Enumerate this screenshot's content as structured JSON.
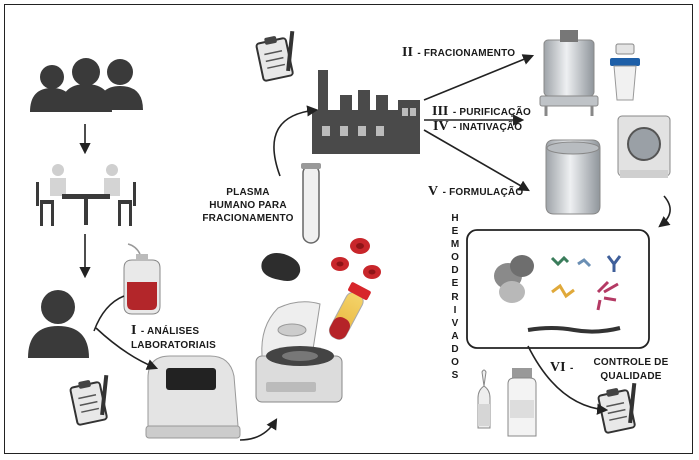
{
  "steps": {
    "analises": {
      "roman": "I",
      "line1": "- ANÁLISES",
      "line2": "LABORATORIAIS"
    },
    "fracionamento": {
      "roman": "II",
      "text": "- FRACIONAMENTO"
    },
    "purificacao": {
      "roman": "III",
      "text": "- PURIFICAÇÃO"
    },
    "inativacao": {
      "roman": "IV",
      "text": "- INATIVAÇÃO"
    },
    "formulacao": {
      "roman": "V",
      "text": "- FORMULAÇÃO"
    },
    "controle": {
      "roman": "VI",
      "dash": "-",
      "line1": "CONTROLE DE",
      "line2": "QUALIDADE"
    }
  },
  "plasma_label": {
    "line1": "PLASMA",
    "line2": "HUMANO PARA",
    "line3": "FRACIONAMENTO"
  },
  "hemoderivados_letters": [
    "H",
    "E",
    "M",
    "O",
    "D",
    "E",
    "R",
    "I",
    "V",
    "A",
    "D",
    "O",
    "S"
  ],
  "colors": {
    "people": "#3a3a3a",
    "factory": "#4a4a4a",
    "blood_red": "#c8262b",
    "arrow": "#222222",
    "steel": "#c9cdd2"
  },
  "icons": [
    "people-group-icon",
    "consultation-table-icon",
    "donor-icon",
    "blood-bag-icon",
    "clipboard-icon",
    "lab-analyzer-icon",
    "centrifuge-icon",
    "plasma-tube-icon",
    "test-tube-icon",
    "red-blood-cell-icon",
    "platelet-icon",
    "factory-icon",
    "fractionation-tank-icon",
    "filter-cartridge-icon",
    "stainless-tank-icon",
    "freeze-dryer-icon",
    "proteins-icon",
    "ampoule-icon",
    "vial-icon"
  ]
}
